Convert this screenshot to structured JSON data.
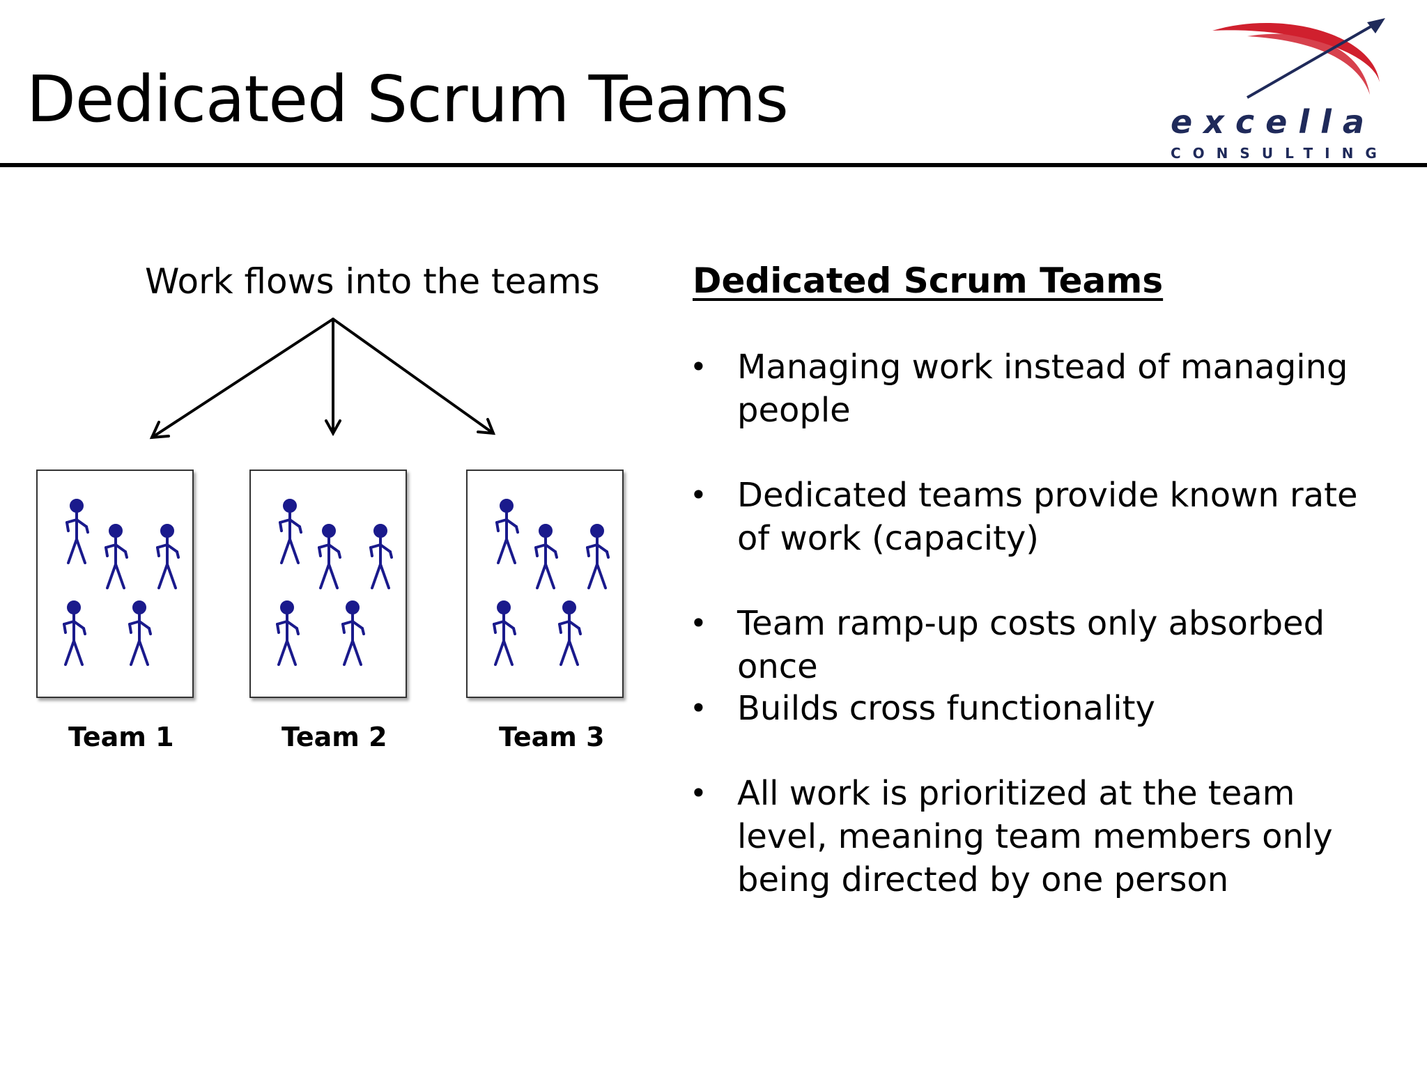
{
  "slide": {
    "title": "Dedicated Scrum Teams"
  },
  "logo": {
    "wordmark": "excella",
    "tagline": "CONSULTING",
    "colors": {
      "swoosh": "#d0202e",
      "arrow": "#1f2a5a",
      "text": "#1f2a5a"
    }
  },
  "diagram": {
    "caption": "Work flows into the teams",
    "figure_color": "#1a1a8c",
    "teams": [
      {
        "label": "Team 1"
      },
      {
        "label": "Team 2"
      },
      {
        "label": "Team 3"
      }
    ]
  },
  "panel": {
    "heading": "Dedicated Scrum Teams",
    "bullet_glyph": "•",
    "bullets": [
      "Managing work instead of managing people",
      "Dedicated teams provide known rate of work (capacity)",
      "Team ramp-up costs only absorbed once",
      "Builds cross functionality",
      "All work is prioritized at the team level, meaning team members only being directed by one person"
    ]
  }
}
